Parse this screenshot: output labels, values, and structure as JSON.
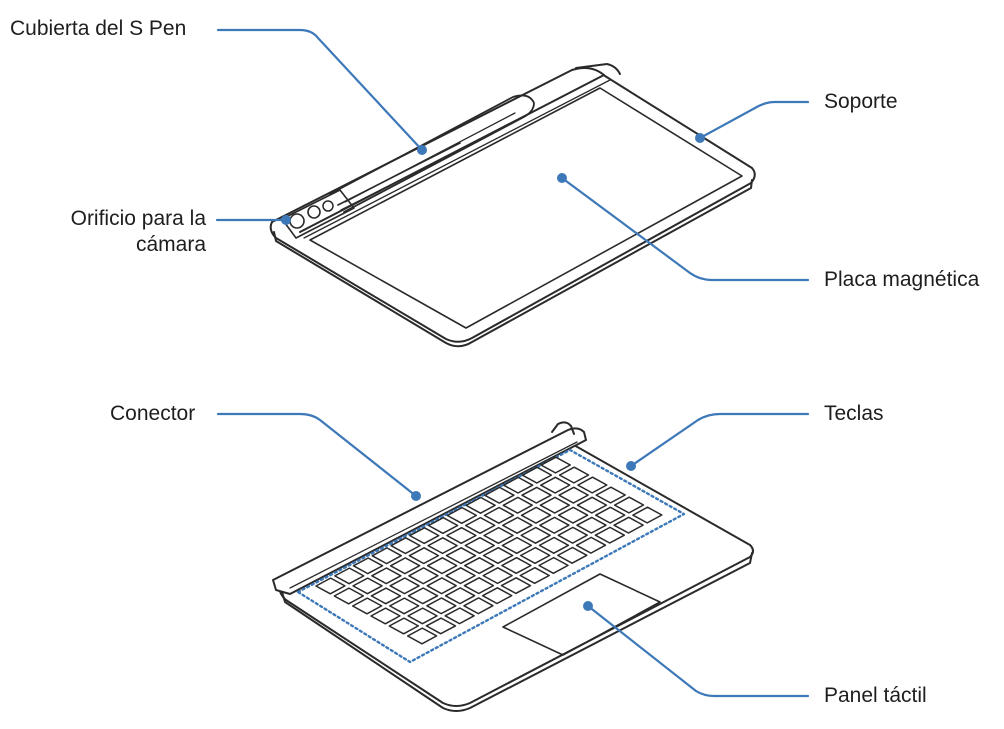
{
  "labels": {
    "s_pen_cover": "Cubierta del S Pen",
    "camera_hole_line1": "Orificio para la",
    "camera_hole_line2": "cámara",
    "stand": "Soporte",
    "magnetic_plate": "Placa magnética",
    "connector": "Conector",
    "keys": "Teclas",
    "touchpad": "Panel táctil"
  },
  "colors": {
    "leader_line": "#3d78b8",
    "outline": "#2a2a2a",
    "dotted_keys_outline": "#3d78b8",
    "text": "#1e1e1e"
  }
}
